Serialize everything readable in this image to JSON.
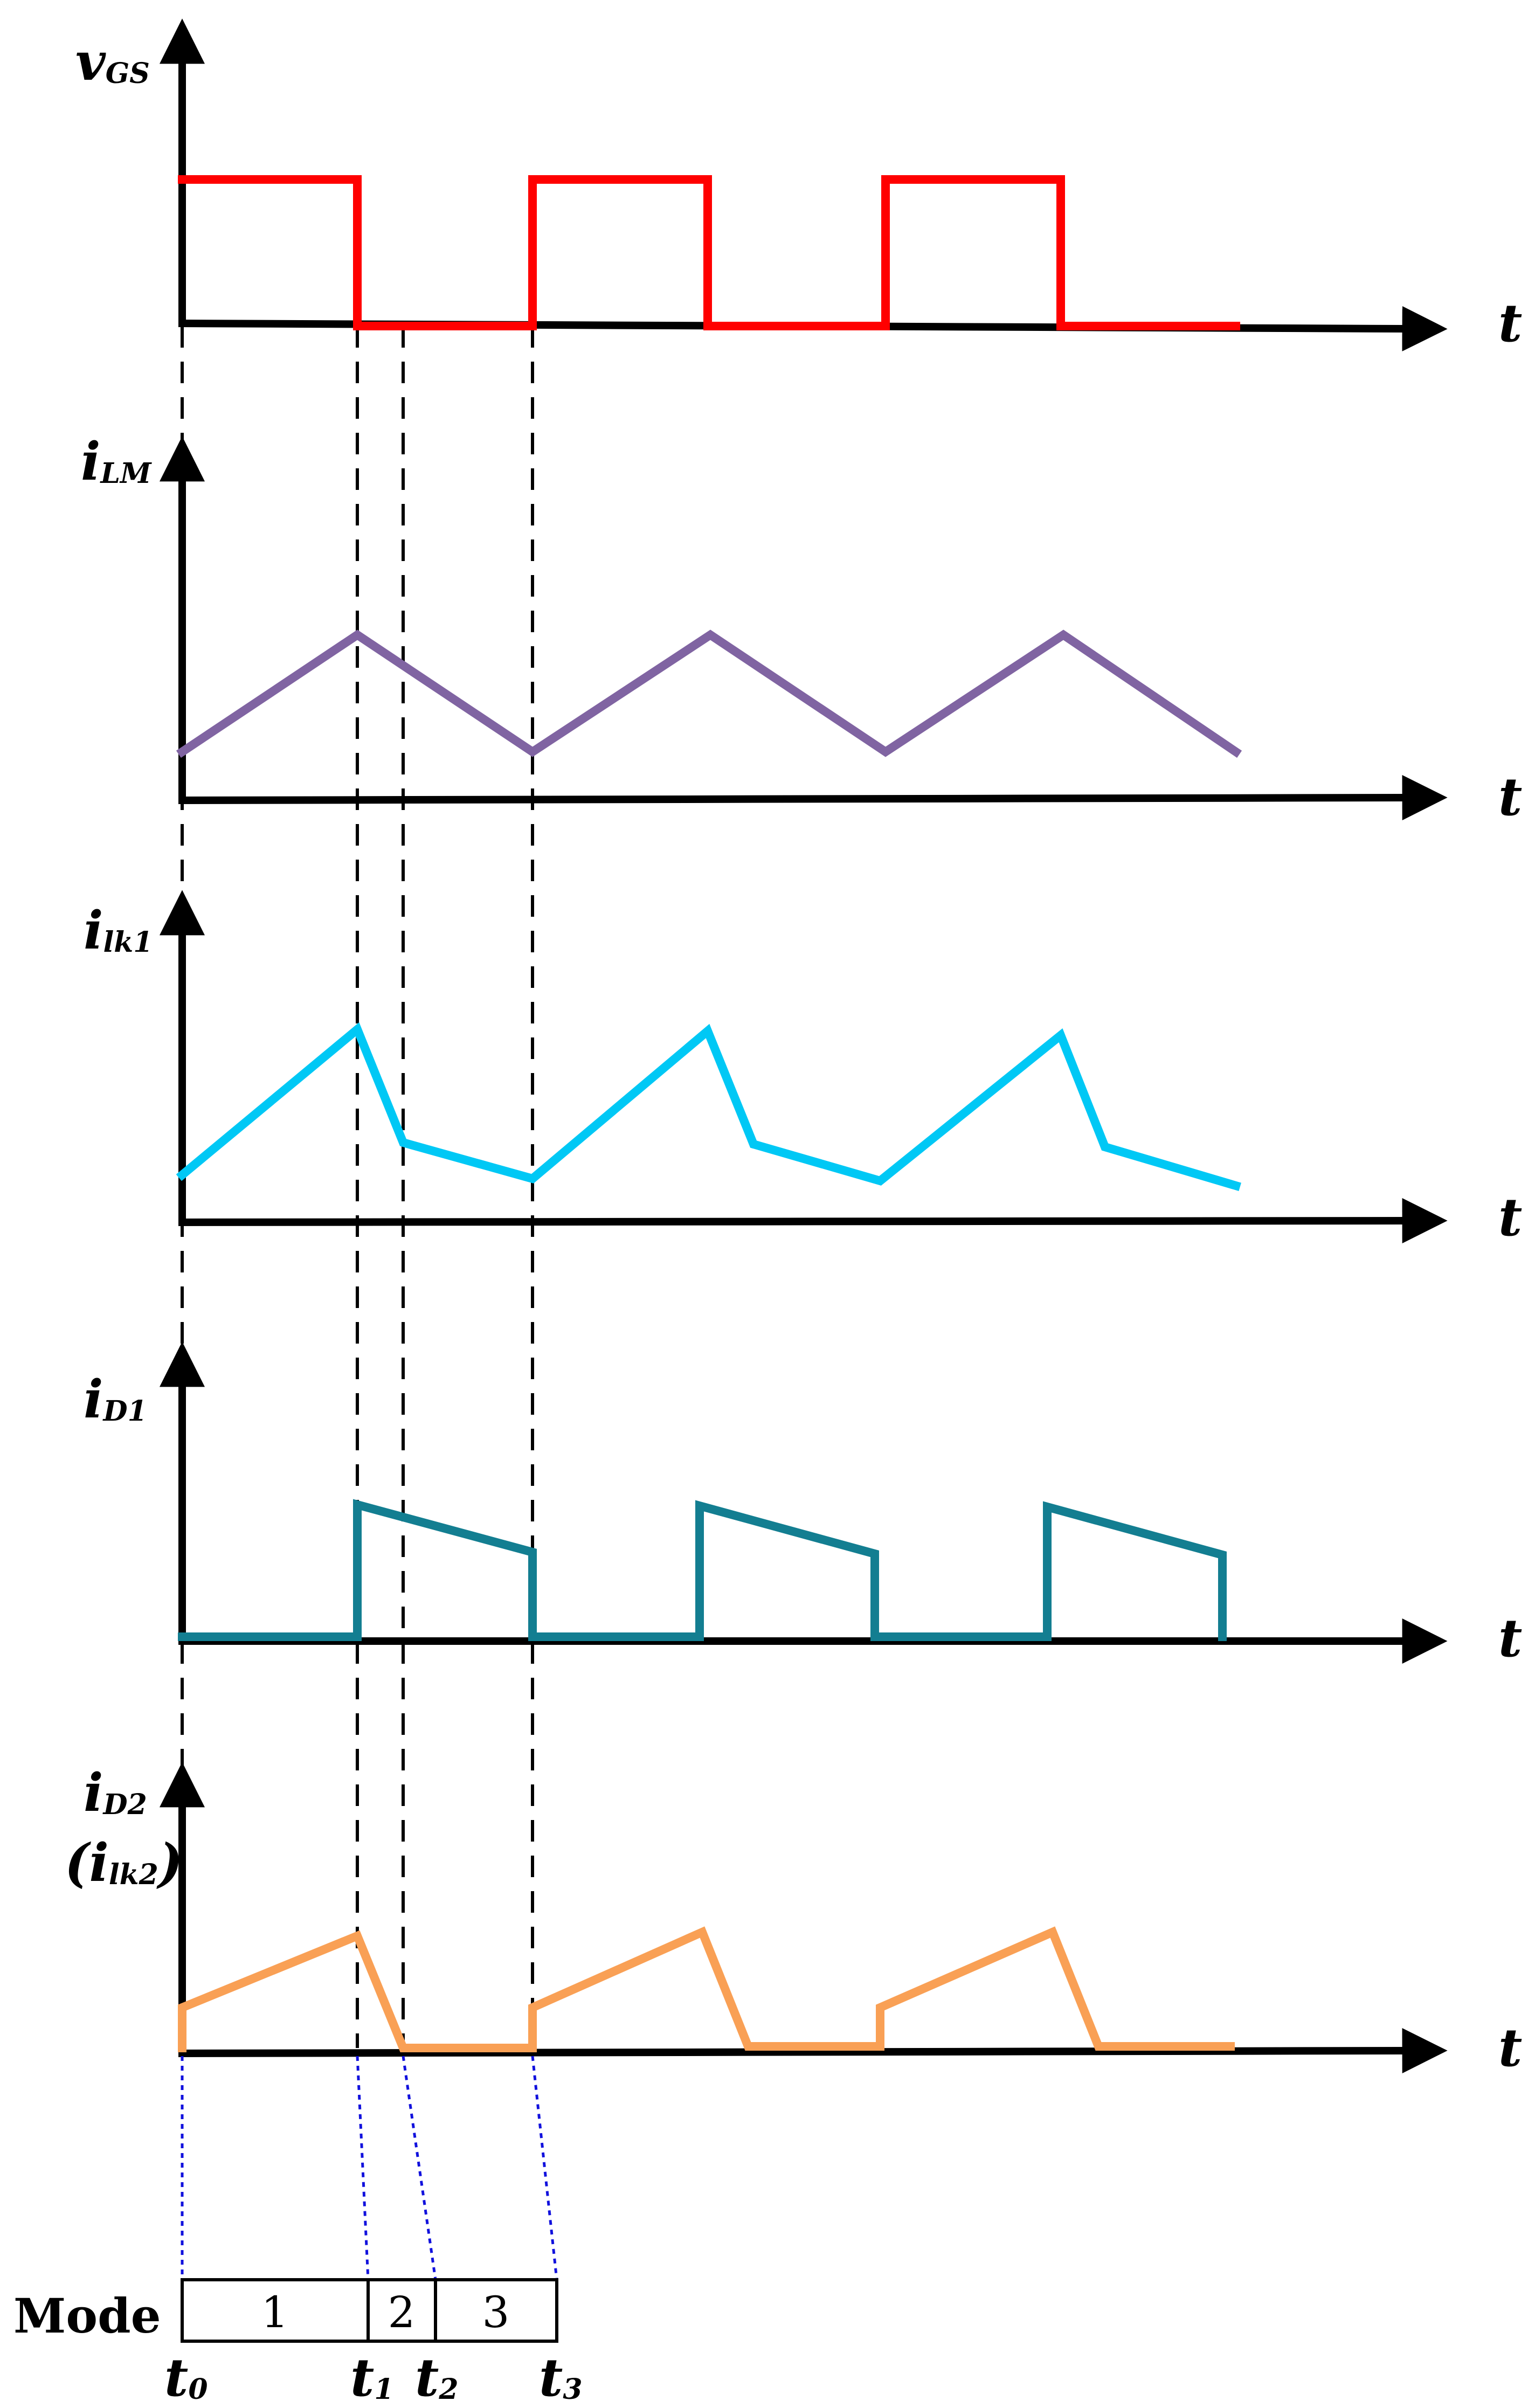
{
  "chart_data": {
    "type": "line",
    "time_axis_label": "t",
    "signals": [
      {
        "label": "v",
        "sub": "GS",
        "color": "#ff0000"
      },
      {
        "label": "i",
        "sub": "LM",
        "color": "#8064a2"
      },
      {
        "label": "i",
        "sub": "lk1",
        "color": "#00c8f5"
      },
      {
        "label": "i",
        "sub": "D1",
        "color": "#137e91"
      },
      {
        "label": "i",
        "sub": "D2",
        "label2": "(i",
        "sub2": "lk2",
        "close2": ")",
        "color": "#f9a055"
      }
    ],
    "time_marks": [
      {
        "label": "t",
        "sub": "0"
      },
      {
        "label": "t",
        "sub": "1"
      },
      {
        "label": "t",
        "sub": "2"
      },
      {
        "label": "t",
        "sub": "3"
      }
    ],
    "mode": {
      "label": "Mode",
      "intervals": [
        "1",
        "2",
        "3"
      ]
    }
  }
}
